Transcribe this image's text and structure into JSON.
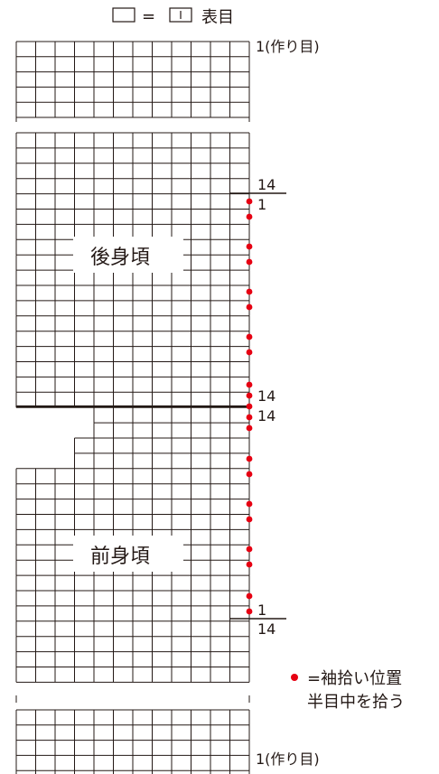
{
  "legend": {
    "equals": "=",
    "meaning": "表目"
  },
  "row_labels": {
    "cast_on_top": "1(作り目)",
    "cast_on_bottom": "1(作り目)",
    "back_start": "14",
    "back_row1": "1",
    "shoulder_upper": "14",
    "shoulder_lower": "14",
    "front_row1": "1",
    "front_start": "14"
  },
  "sections": {
    "back": "後身頃",
    "front": "前身頃"
  },
  "dot_note": {
    "line1": "=袖拾い位置",
    "line2": "半目中を拾う"
  },
  "colors": {
    "grid": "#231815",
    "dot": "#e60012"
  }
}
